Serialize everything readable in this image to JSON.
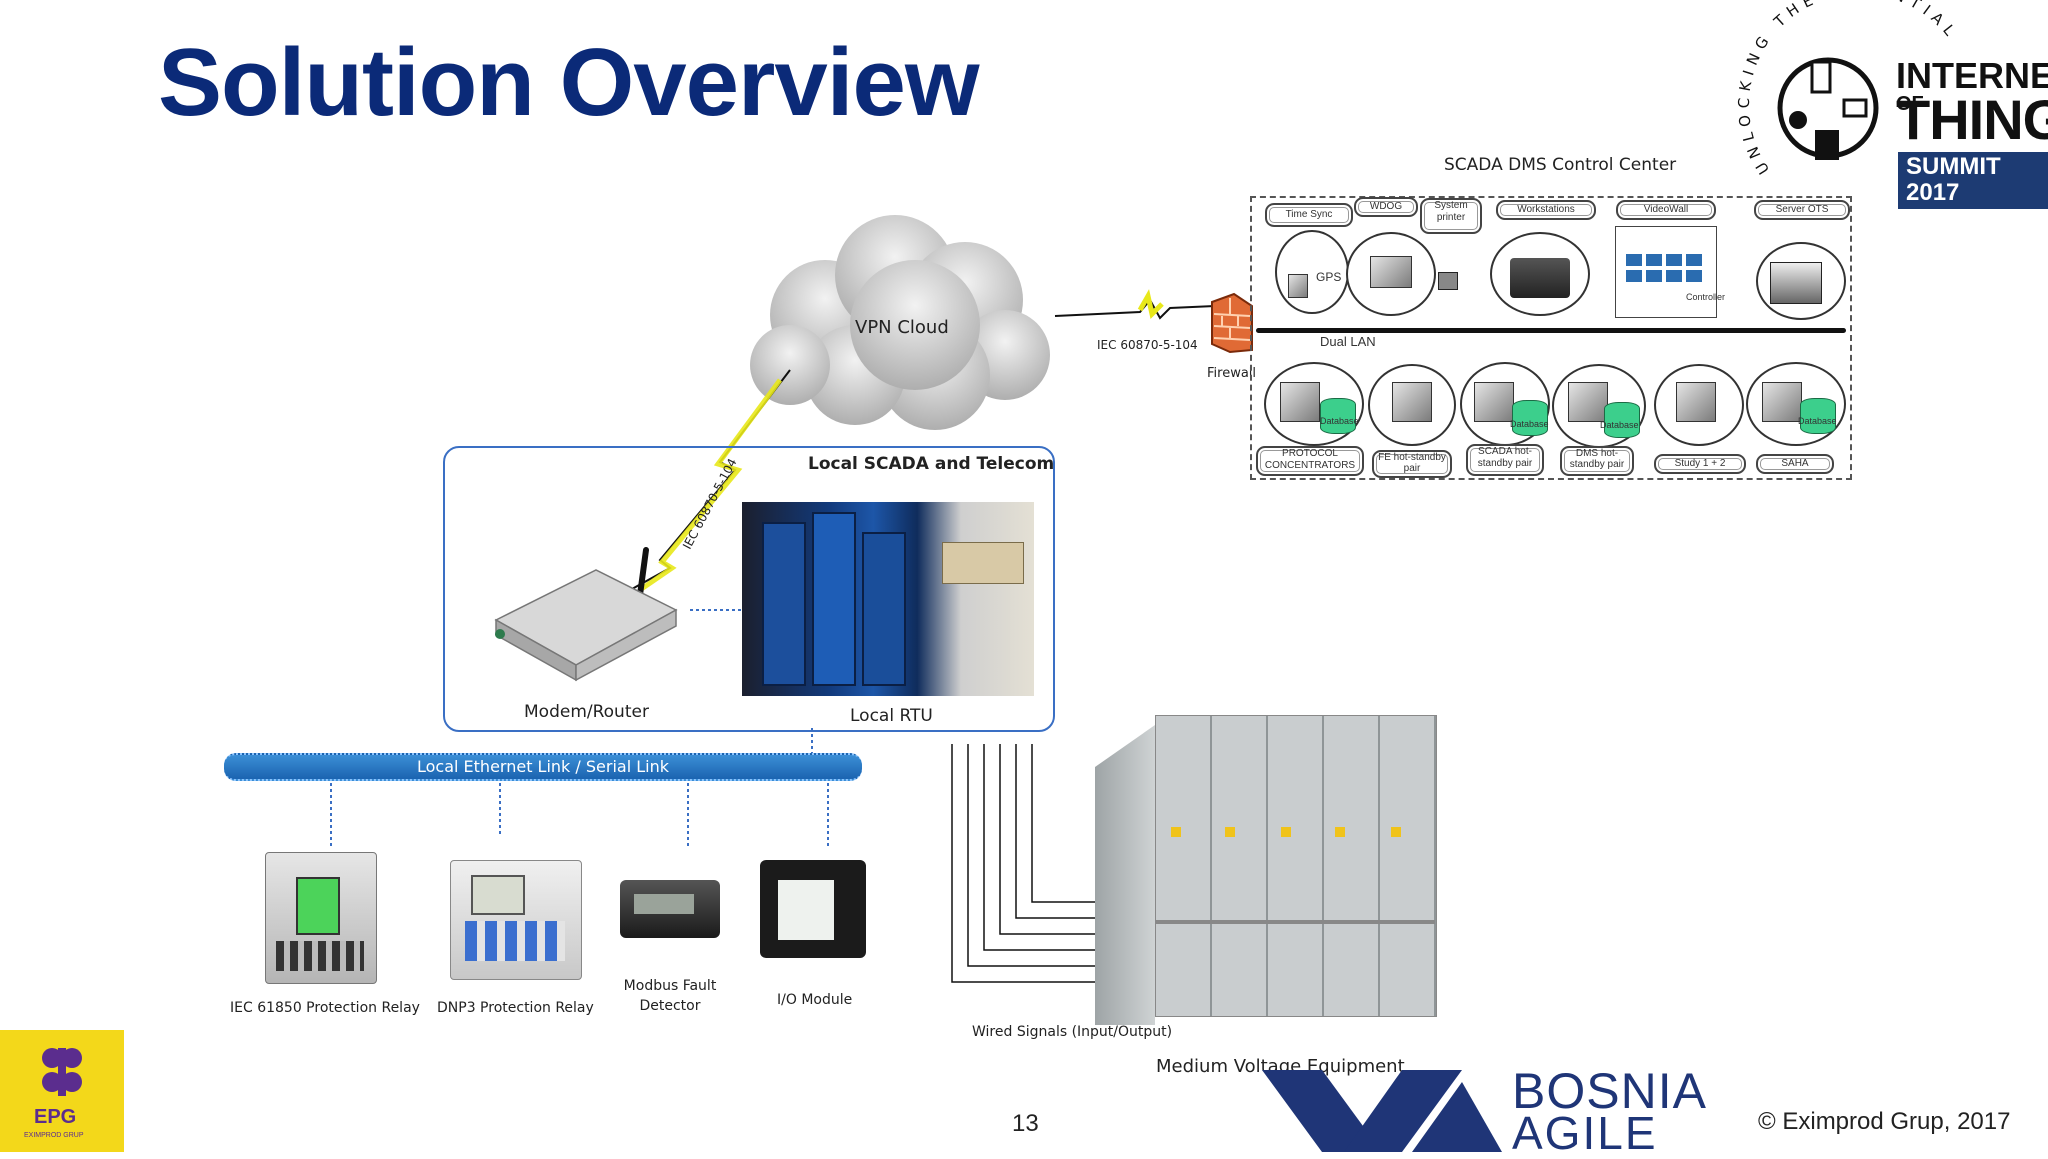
{
  "title": "Solution Overview",
  "logos": {
    "iot": {
      "ring_text": "UNLOCKING THE POTENTIAL",
      "line1": "INTERNET",
      "line1b": "OF",
      "line2": "THINGS",
      "line3": "SUMMIT",
      "line3b": "2017"
    },
    "epg": {
      "mark": "EPG",
      "sub": "EXIMPROD GRUP"
    },
    "bosnia": {
      "line1": "BOSNIA",
      "line2": "AGILE"
    }
  },
  "cloud": {
    "label": "VPN Cloud"
  },
  "links": {
    "cc_protocol": "IEC 60870-5-104",
    "rtu_protocol": "IEC 60870-5-104"
  },
  "control_center": {
    "title": "SCADA DMS Control Center",
    "firewall": "Firewall",
    "dual_lan": "Dual LAN",
    "gps": "GPS",
    "controller": "Controller",
    "top_items": [
      "Time Sync",
      "WDOG",
      "System printer",
      "Workstations",
      "VideoWall",
      "Server OTS"
    ],
    "bottom_items": [
      "PROTOCOL CONCENTRATORS",
      "FE hot-standby pair",
      "SCADA hot-standby pair",
      "DMS hot-standby pair",
      "Study 1 + 2",
      "SAHA"
    ],
    "database": "Database"
  },
  "local": {
    "title": "Local SCADA and Telecom",
    "modem": "Modem/Router",
    "rtu": "Local RTU"
  },
  "ethernet": {
    "label": "Local Ethernet Link / Serial Link"
  },
  "devices": [
    {
      "label": "IEC 61850 Protection Relay"
    },
    {
      "label": "DNP3 Protection Relay"
    },
    {
      "label": "Modbus Fault Detector"
    },
    {
      "label": "I/O Module"
    }
  ],
  "wired": {
    "label": "Wired Signals (Input/Output)"
  },
  "mv": {
    "label": "Medium Voltage Equipment"
  },
  "footer": {
    "page_number": "13",
    "copyright": "© Eximprod Grup, 2017"
  },
  "colors": {
    "title": "#0b2a78",
    "accent_blue": "#1b63b0",
    "epg_yellow": "#f3d81a",
    "epg_purple": "#5b2d8e",
    "bosnia_navy": "#1f3577",
    "lightning": "#e8e81a"
  }
}
